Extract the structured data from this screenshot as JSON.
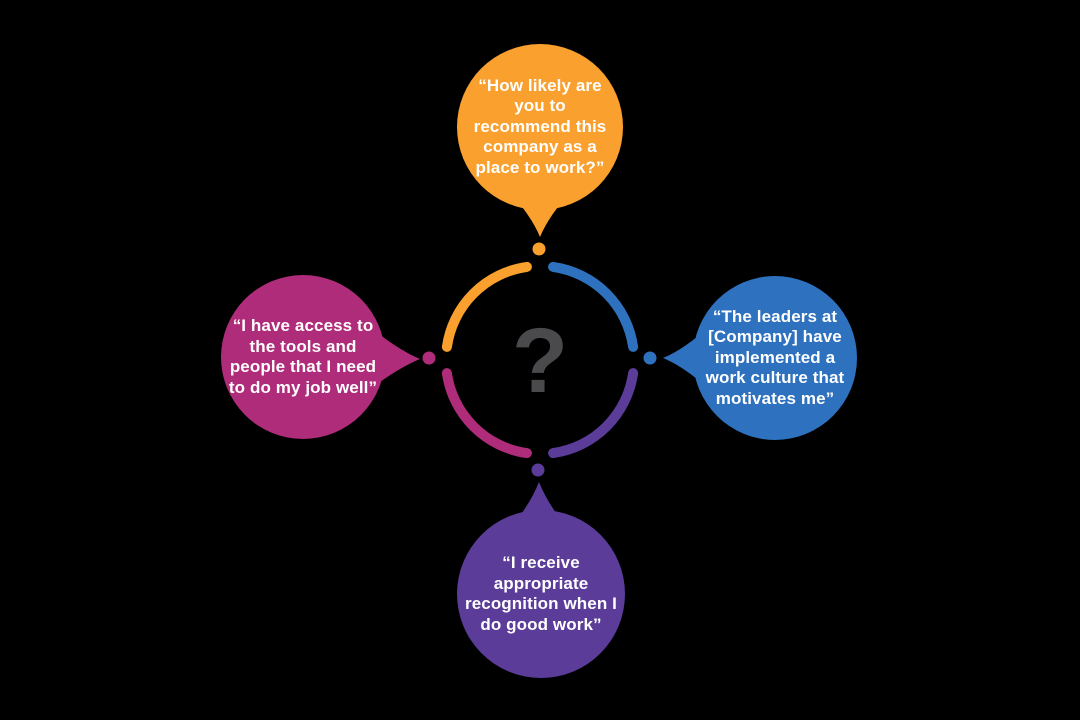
{
  "canvas": {
    "background": "#000000"
  },
  "center": {
    "symbol": "?",
    "symbol_color": "#4A4A4D",
    "ring_arcs": [
      {
        "id": "top-right",
        "color": "#2E71BE"
      },
      {
        "id": "bottom-right",
        "color": "#5B3D99"
      },
      {
        "id": "bottom-left",
        "color": "#AF2C7A"
      },
      {
        "id": "top-left",
        "color": "#F9A02E"
      }
    ]
  },
  "bubbles": [
    {
      "position": "top",
      "color": "#F9A02E",
      "text_color": "#FFFFFF",
      "text": "“How likely are you to recommend this company as a place to work?”",
      "lines": [
        "“How likely are",
        "you to",
        "recommend this",
        "company as a",
        "place to work?”"
      ]
    },
    {
      "position": "right",
      "color": "#2E71BE",
      "text_color": "#FFFFFF",
      "text": "“The leaders at [Company] have implemented a work culture that motivates me”",
      "lines": [
        "“The leaders at",
        "[Company] have",
        "implemented a",
        "work culture that",
        "motivates me”"
      ]
    },
    {
      "position": "bottom",
      "color": "#5B3D99",
      "text_color": "#FFFFFF",
      "text": "“I receive appropriate recognition when I do good work”",
      "lines": [
        "“I receive",
        "appropriate",
        "recognition when I",
        "do good work”"
      ]
    },
    {
      "position": "left",
      "color": "#AF2C7A",
      "text_color": "#FFFFFF",
      "text": "“I have access to the tools and people that I need to do my job well”",
      "lines": [
        "“I have access to",
        "the tools and",
        "people that I need",
        "to do my job well”"
      ]
    }
  ]
}
